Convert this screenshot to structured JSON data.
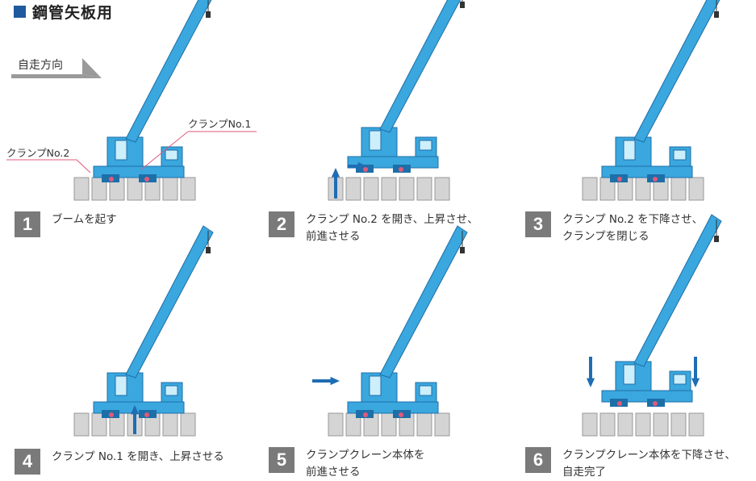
{
  "title": "鋼管矢板用",
  "direction_label": "自走方向",
  "clamp_labels": {
    "no1": "クランプNo.1",
    "no2": "クランプNo.2"
  },
  "steps": [
    {
      "num": "1",
      "text": "ブームを起す"
    },
    {
      "num": "2",
      "text": "クランプ No.2 を開き、上昇させ、\n前進させる"
    },
    {
      "num": "3",
      "text": "クランプ No.2 を下降させ、\nクランプを閉じる"
    },
    {
      "num": "4",
      "text": "クランプ No.1 を開き、上昇させる"
    },
    {
      "num": "5",
      "text": "クランプクレーン本体を\n前進させる"
    },
    {
      "num": "6",
      "text": "クランプクレーン本体を下降させ、\n自走完了"
    }
  ],
  "colors": {
    "crane": "#3aa7de",
    "crane_dark": "#1d6fa8",
    "arrow": "#1f6db3",
    "pile": "#d4d4d4",
    "clamp_marker": "#e05a7a",
    "num_bg": "#7a7a7a"
  }
}
